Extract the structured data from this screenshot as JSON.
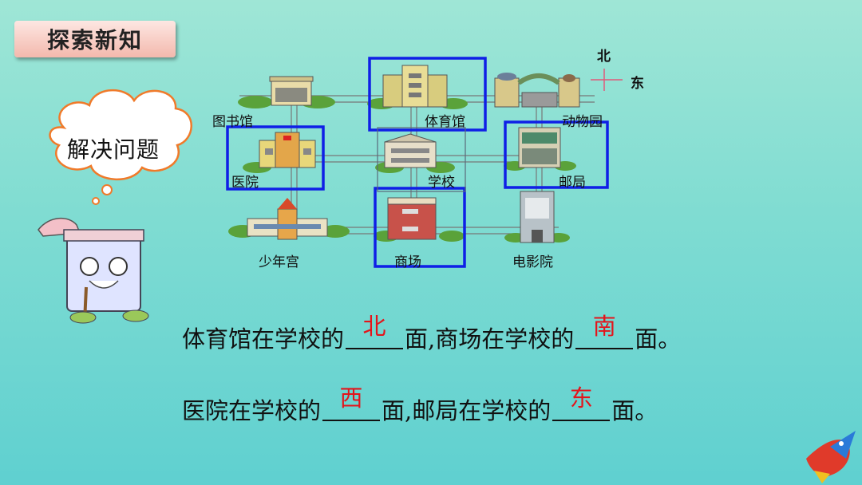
{
  "header": {
    "title": "探索新知"
  },
  "bubble": {
    "text": "解决问题"
  },
  "compass": {
    "north": "北",
    "east": "东"
  },
  "places": {
    "library": "图书馆",
    "gym": "体育馆",
    "zoo": "动物园",
    "hospital": "医院",
    "school": "学校",
    "post_office": "邮局",
    "youth_palace": "少年宫",
    "mall": "商场",
    "cinema": "电影院"
  },
  "questions": [
    {
      "before": "体育馆在学校的",
      "answer1": "北",
      "middle": "面,商场在学校的",
      "answer2": "南",
      "after": "面。"
    },
    {
      "before": "医院在学校的",
      "answer1": "西",
      "middle": "面,邮局在学校的",
      "answer2": "东",
      "after": "面。"
    }
  ],
  "colors": {
    "highlight_box": "#0f1fe6",
    "answer": "#e4141b",
    "tag_bg": "#f3b9ad"
  }
}
